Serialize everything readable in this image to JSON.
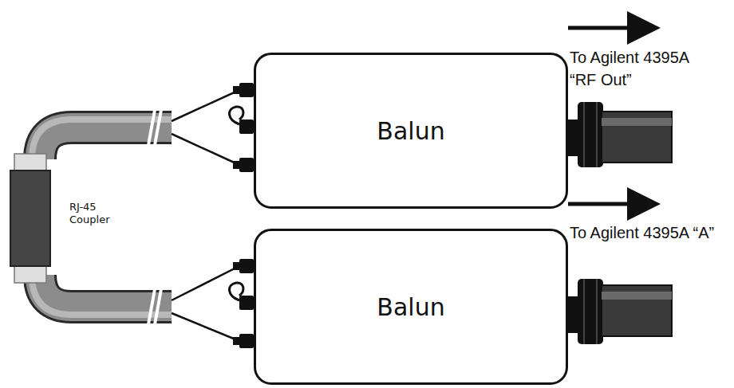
{
  "diagram": {
    "nodes": [
      {
        "text": [
          "Balun"
        ]
      },
      {
        "text": [
          "RJ-45 Coupler"
        ]
      },
      {
        "text": [
          "Balun"
        ]
      }
    ],
    "edges": [
      {
        "from": 1,
        "to": 0,
        "arrow": "none"
      },
      {
        "from": 1,
        "to": 2,
        "arrow": "none"
      }
    ],
    "labels": [
      "To Agilent 4395A “RF Out”",
      "To Agilent 4395A “A”"
    ]
  }
}
